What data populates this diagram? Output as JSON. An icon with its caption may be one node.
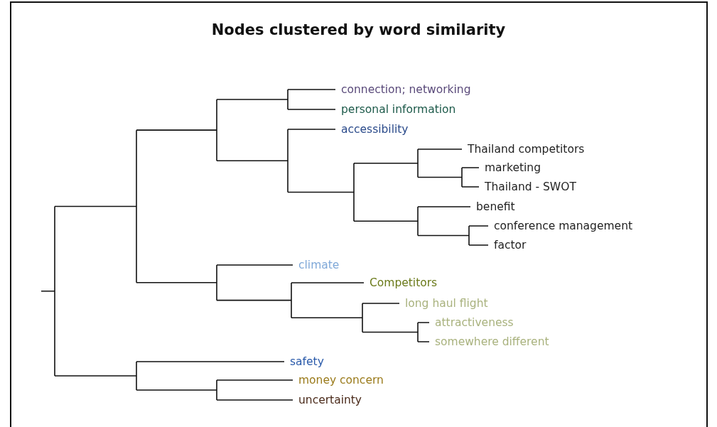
{
  "diagram": {
    "title": "Nodes clustered by word similarity",
    "labels": [
      "connection; networking",
      "personal information",
      "accessibility",
      "Thailand competitors",
      "marketing",
      "Thailand - SWOT",
      "benefit",
      "conference management",
      "factor",
      "climate",
      "Competitors",
      "long haul flight",
      "attractiveness",
      "somewhere different",
      "safety",
      "money concern",
      "uncertainty"
    ]
  }
}
